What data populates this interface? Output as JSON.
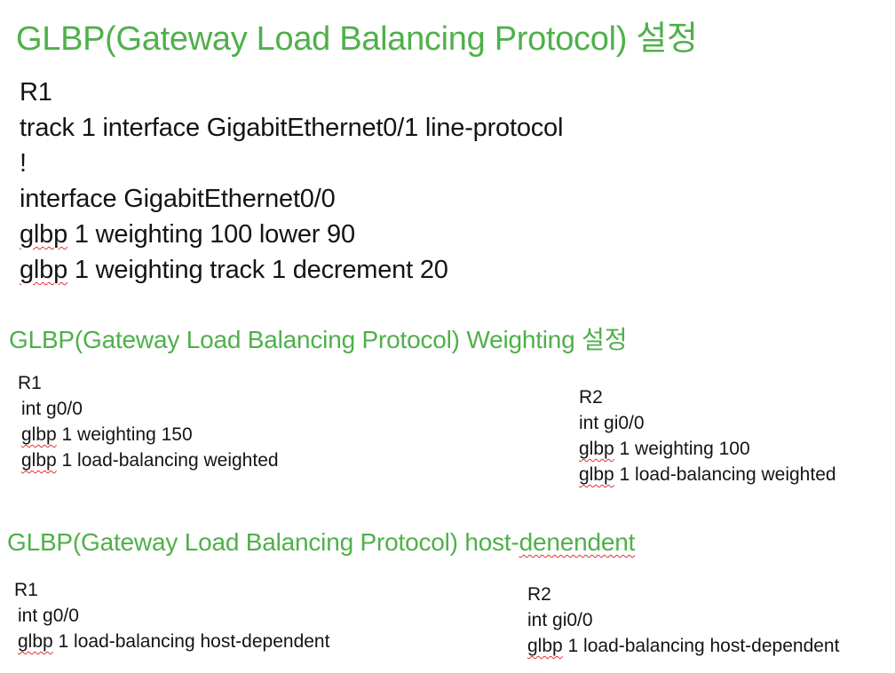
{
  "section1": {
    "title": "GLBP(Gateway Load Balancing Protocol) 설정",
    "router": "R1",
    "line1": "track 1 interface GigabitEthernet0/1 line-protocol",
    "line2": "!",
    "line3": "interface GigabitEthernet0/0",
    "line4_kw": "glbp",
    "line4_rest": " 1 weighting 100 lower 90",
    "line5_kw": "glbp",
    "line5_rest": " 1 weighting track 1 decrement 20"
  },
  "section2": {
    "title": "GLBP(Gateway Load Balancing Protocol)  Weighting 설정",
    "r1": {
      "router": "R1",
      "iface": "int g0/0",
      "l1_kw": "glbp",
      "l1_rest": " 1 weighting 150",
      "l2_kw": "glbp",
      "l2_rest": " 1 load-balancing weighted"
    },
    "r2": {
      "router": "R2",
      "iface": "int gi0/0",
      "l1_kw": "glbp",
      "l1_rest": " 1 weighting 100",
      "l2_kw": "glbp",
      "l2_rest": " 1 load-balancing weighted"
    }
  },
  "section3": {
    "title_main": "GLBP(Gateway Load Balancing Protocol)  host-",
    "title_sq": "denendent",
    "r1": {
      "router": "R1",
      "iface": "int g0/0",
      "l1_kw": "glbp",
      "l1_rest": " 1 load-balancing host-dependent"
    },
    "r2": {
      "router": "R2",
      "iface": "int gi0/0",
      "l1_kw": "glbp",
      "l1_rest": " 1 load-balancing host-dependent"
    }
  },
  "colors": {
    "heading": "#4fb04a",
    "text": "#141414",
    "spellcheck": "#e0312f"
  }
}
